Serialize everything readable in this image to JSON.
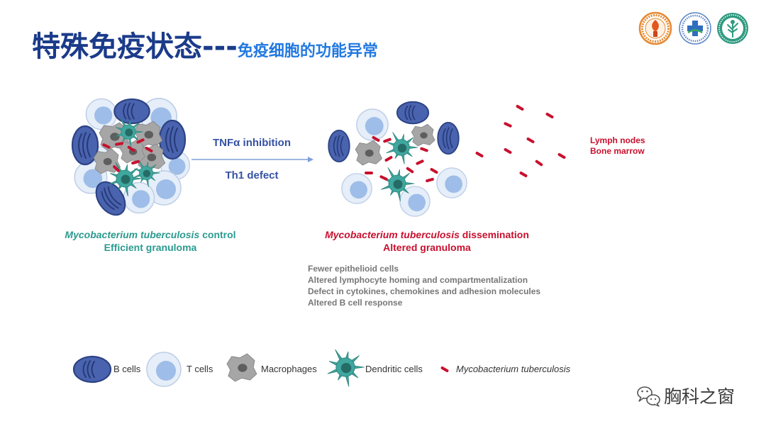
{
  "slide": {
    "title_main": "特殊免疫状态---",
    "title_sub": "免疫细胞的功能异常",
    "logos": [
      {
        "icon": "hospital-logo-torch-icon"
      },
      {
        "icon": "hospital-logo-cross-icon"
      },
      {
        "icon": "hospital-logo-tree-icon"
      }
    ]
  },
  "diagram": {
    "arrow_label_top": "TNFα inhibition",
    "arrow_label_bottom": "Th1 defect",
    "sites": [
      "Lymph nodes",
      "Bone marrow"
    ],
    "left_caption": {
      "species": "Mycobacterium tuberculosis",
      "outcome": "control",
      "subtitle": "Efficient granuloma"
    },
    "right_caption": {
      "species": "Mycobacterium tuberculosis",
      "outcome": "dissemination",
      "subtitle": "Altered granuloma"
    },
    "features": [
      "Fewer epithelioid cells",
      "Altered lymphocyte homing and compartmentalization",
      "Defect in cytokines, chemokines and adhesion molecules",
      "Altered B cell response"
    ]
  },
  "legend": [
    {
      "label": "B cells",
      "icon": "b-cell-icon"
    },
    {
      "label": "T cells",
      "icon": "t-cell-icon"
    },
    {
      "label": "Macrophages",
      "icon": "macrophage-icon"
    },
    {
      "label": "Dendritic cells",
      "icon": "dendritic-cell-icon"
    },
    {
      "label": "Mycobacterium tuberculosis",
      "icon": "mycobacterium-icon"
    }
  ],
  "watermark": {
    "text": "胸科之窗",
    "icon": "wechat-icon"
  },
  "colors": {
    "title": "#1b3b8a",
    "subtitle": "#2279e0",
    "control": "#2a9a8f",
    "dissemination": "#c8102e",
    "b_cell": "#4a63ae",
    "t_cell": "#9ebde8",
    "macrophage": "#a6a6a6",
    "dendritic_cell": "#3fa79e",
    "mycobacterium": "#c8102e",
    "features_text": "#777777",
    "arrow": "#7f9fd6"
  }
}
